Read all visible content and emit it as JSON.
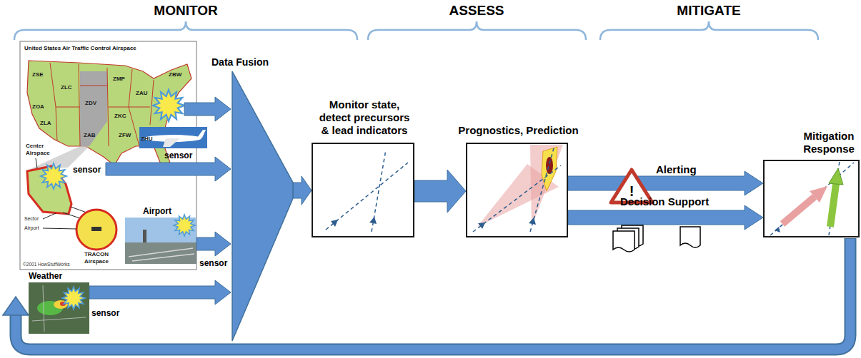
{
  "diagram": {
    "nodes": [
      {
        "text": [
          "Data Fusion"
        ]
      },
      {
        "text": [
          "Monitor state, detect precursors & lead indicators"
        ]
      },
      {
        "text": [
          "Prognostics, Prediction"
        ]
      },
      {
        "text": [
          "Mitigation Response"
        ]
      }
    ],
    "edges": [
      {
        "from": 0,
        "to": 1,
        "arrow": "to"
      },
      {
        "from": 1,
        "to": 2,
        "arrow": "to"
      },
      {
        "from": 2,
        "to": 3,
        "label": "Alerting",
        "arrow": "to"
      },
      {
        "from": 2,
        "to": 3,
        "label": "Decision Support",
        "arrow": "to"
      }
    ],
    "labels": [
      "MONITOR",
      "ASSESS",
      "MITIGATE",
      "United States Air Traffic Control Airspace",
      "ZSE",
      "ZLC",
      "ZMP",
      "ZBW",
      "ZOA",
      "ZDV",
      "ZAU",
      "ZKC",
      "ZLA",
      "ZAB",
      "ZFW",
      "ZHU",
      "Center Airspace",
      "Sector",
      "Airport",
      "TRACON Airspace",
      "©2001 HowStuffWorks",
      "sensor",
      "sensor",
      "Airport",
      "sensor",
      "Weather",
      "sensor",
      "!"
    ]
  }
}
